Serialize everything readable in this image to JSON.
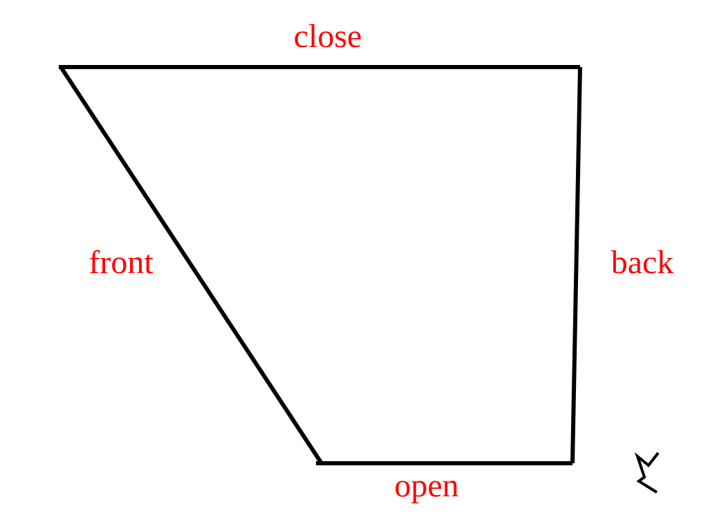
{
  "colors": {
    "label": "#ff0000",
    "edge": "#000000"
  },
  "labels": {
    "top": "close",
    "left": "front",
    "right": "back",
    "bottom": "open"
  },
  "icons": {
    "corner_mark": "zigzag-icon"
  }
}
